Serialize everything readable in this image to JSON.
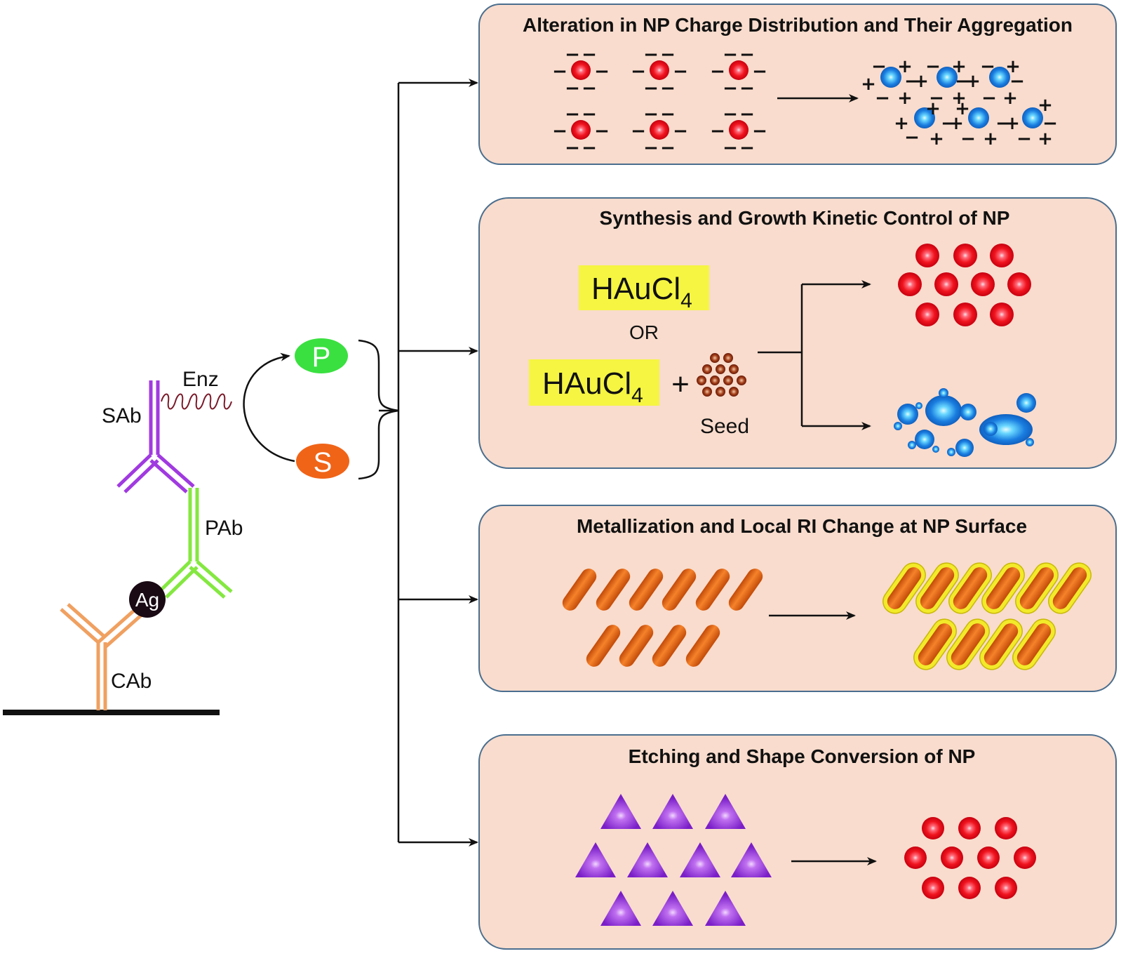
{
  "assay": {
    "labels": {
      "enzyme": "Enz",
      "secondary_antibody": "SAb",
      "primary_antibody": "PAb",
      "antigen": "Ag",
      "capture_antibody": "CAb"
    },
    "product": "P",
    "substrate": "S"
  },
  "panels": [
    {
      "title": "Alteration in NP Charge Distribution and Their Aggregation"
    },
    {
      "title": "Synthesis and Growth Kinetic Control of NP",
      "reagent_main": "HAuCl",
      "reagent_sub": "4",
      "or_label": "OR",
      "plus_label": "+",
      "seed_label": "Seed"
    },
    {
      "title": "Metallization and Local RI Change at NP Surface"
    },
    {
      "title": "Etching and Shape Conversion of NP"
    }
  ],
  "charge_signs": {
    "negative": "−",
    "positive": "+"
  },
  "colors": {
    "panel_fill": "#f9dccd",
    "panel_stroke": "#4a6e8e",
    "red_np": "#e8121c",
    "blue_np": "#2a8ce0",
    "rod": "#ea6a18",
    "rod_shell": "#f2ea2a",
    "triangle": "#8a2fd0",
    "highlight": "#f5f542",
    "sab": "#a03ae0",
    "pab": "#84e840",
    "cab": "#f0a060",
    "ag": "#1a0a14",
    "product": "#3ae040",
    "substrate": "#f06418",
    "seed": "#8a2a10"
  }
}
